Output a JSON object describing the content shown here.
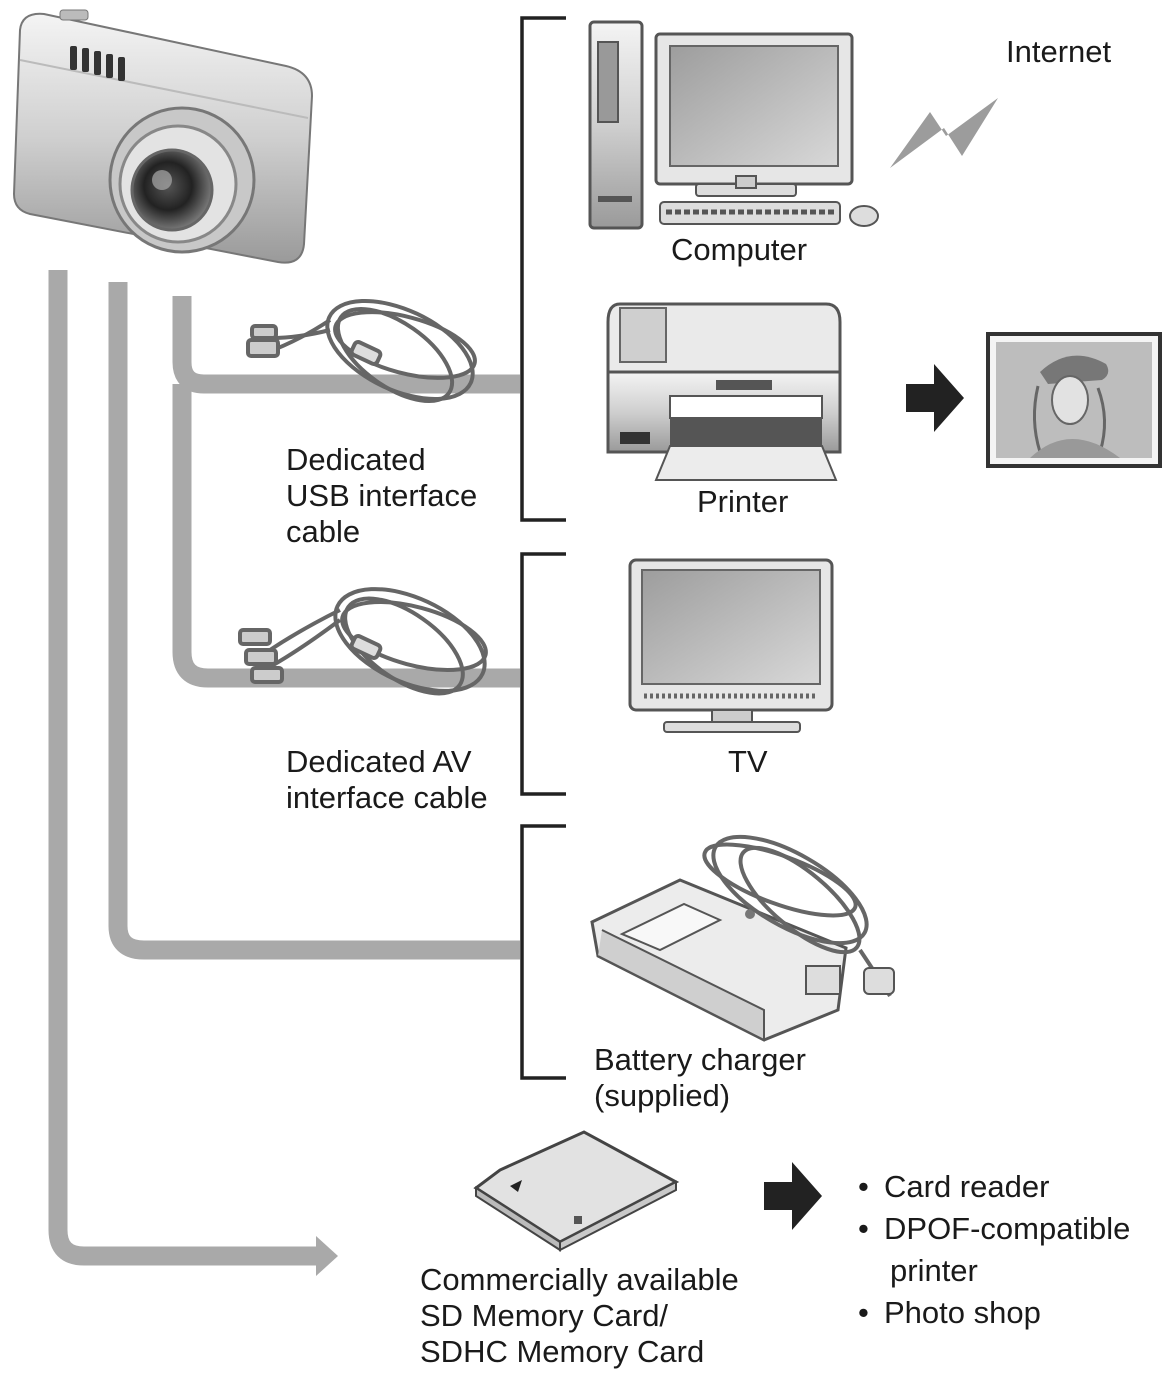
{
  "labels": {
    "internet": "Internet",
    "computer": "Computer",
    "printer": "Printer",
    "tv": "TV",
    "usb_cable": "Dedicated\nUSB interface\ncable",
    "av_cable": "Dedicated AV\ninterface cable",
    "battery_charger": "Battery charger\n(supplied)",
    "memory_card": "Commercially available\nSD Memory Card/\nSDHC Memory Card"
  },
  "card_uses": [
    {
      "text": "Card reader"
    },
    {
      "text": "DPOF-compatible",
      "continuation": "printer"
    },
    {
      "text": "Photo shop"
    }
  ],
  "colors": {
    "connector_line": "#a9a9a9",
    "bracket": "#222222",
    "arrow": "#222222"
  },
  "icons": [
    "digital-camera-icon",
    "usb-cable-icon",
    "av-cable-icon",
    "computer-icon",
    "lightning-icon",
    "printer-icon",
    "printed-photo-icon",
    "tv-icon",
    "battery-charger-icon",
    "sd-card-icon"
  ]
}
